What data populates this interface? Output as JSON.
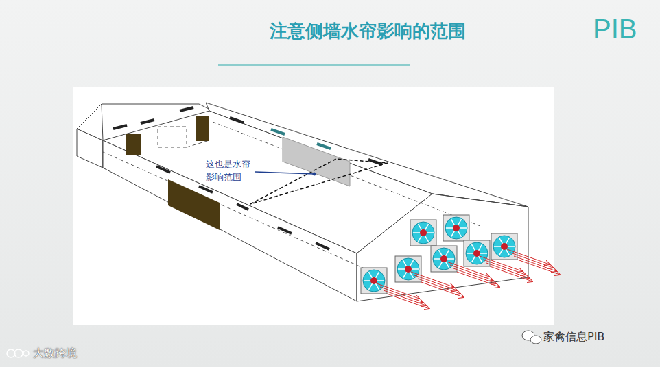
{
  "diagram": {
    "title": "注意侧墙水帘影响的范围",
    "labels": [
      "PIB",
      "这也是水帘 影响范围",
      "大数跨境",
      "家禽信息PIB"
    ]
  }
}
